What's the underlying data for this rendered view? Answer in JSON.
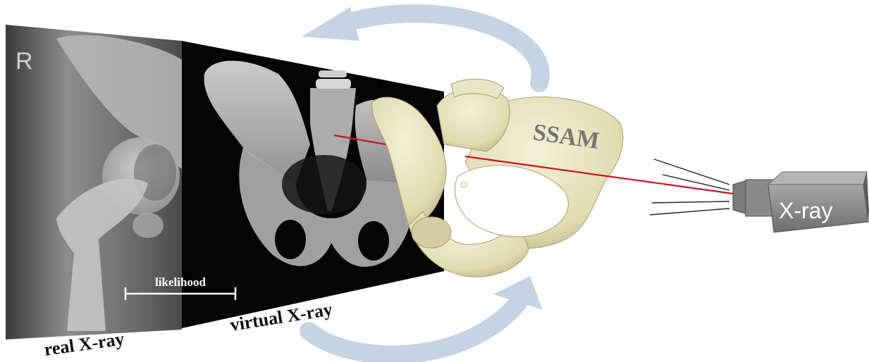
{
  "labels": {
    "real_xray": "real X-ray",
    "virtual_xray": "virtual X-ray",
    "likelihood": "likelihood",
    "ssam": "SSAM",
    "xray_source": "X-ray",
    "marker_r": "R"
  },
  "colors": {
    "arrow": "#c5d3e2",
    "ray": "#d01020",
    "bone": "#e8e4bf",
    "bone_shade": "#c9c295",
    "film_dark": "#050505",
    "real_xray_tone": "#7a7a7a",
    "device": "#8e8e8e",
    "device_dark": "#5f5f5f",
    "beam_lines": "#222222"
  },
  "icons": {
    "rotation_arrows": "circular-arrow-icon",
    "source": "xray-tube-icon"
  }
}
